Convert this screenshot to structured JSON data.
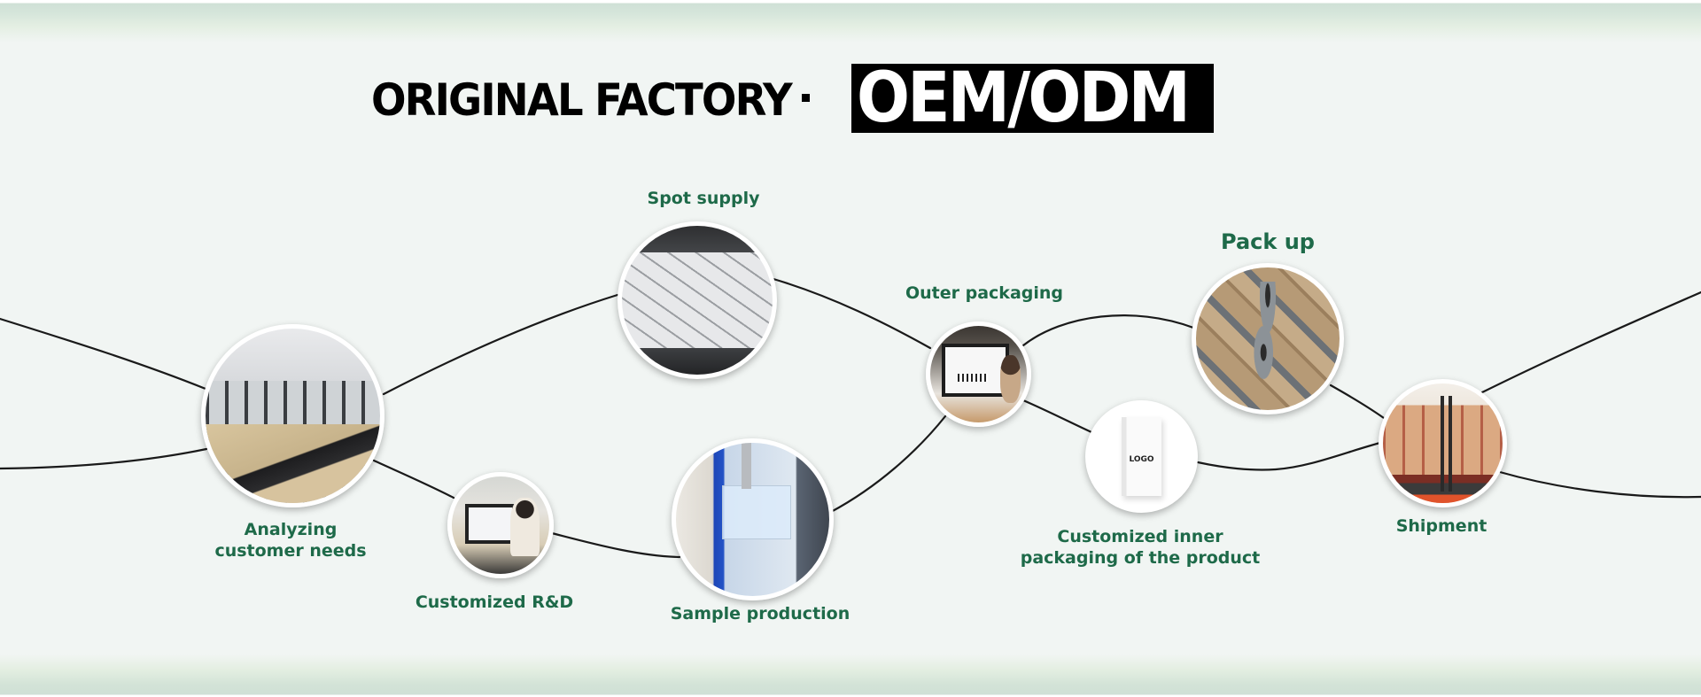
{
  "header": {
    "title_left": "ORIGINAL FACTORY",
    "separator": "·",
    "title_highlight": "OEM/ODM"
  },
  "process_steps": [
    {
      "id": "analyzing",
      "label_lines": [
        "Analyzing",
        "customer needs"
      ],
      "image": "office-team-photo"
    },
    {
      "id": "rd",
      "label_lines": [
        "Customized R&D"
      ],
      "image": "designer-at-computer-photo"
    },
    {
      "id": "spot",
      "label_lines": [
        "Spot supply"
      ],
      "image": "stacked-storage-boxes-photo"
    },
    {
      "id": "sample",
      "label_lines": [
        "Sample production"
      ],
      "image": "injection-molding-machine-photo"
    },
    {
      "id": "outer",
      "label_lines": [
        "Outer packaging"
      ],
      "image": "label-design-monitor-photo"
    },
    {
      "id": "inner",
      "label_lines": [
        "Customized inner",
        "packaging of the product"
      ],
      "image": "logo-box-photo",
      "image_text": "LOGO"
    },
    {
      "id": "pack",
      "label_lines": [
        "Pack up"
      ],
      "image": "workers-packing-cartons-photo"
    },
    {
      "id": "ship",
      "label_lines": [
        "Shipment"
      ],
      "image": "forklift-loading-truck-photo"
    }
  ],
  "colors": {
    "label_green": "#1e6a49",
    "background": "#f1f5f3",
    "title_black": "#000000"
  }
}
